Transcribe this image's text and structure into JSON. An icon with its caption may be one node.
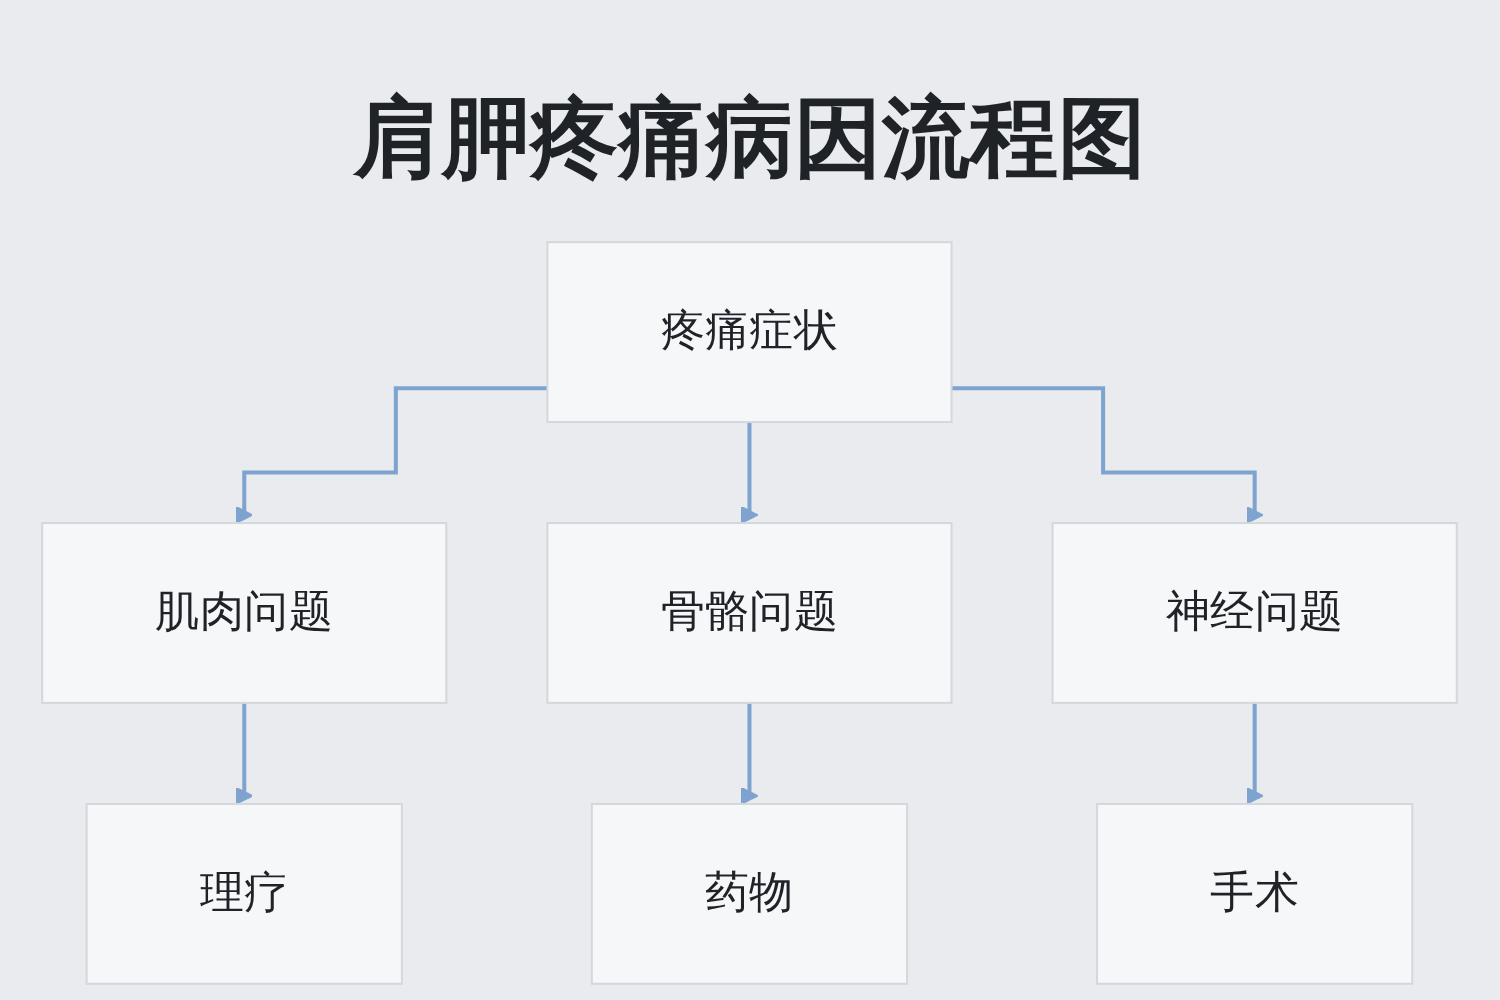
{
  "diagram": {
    "title": "肩胛疼痛病因流程图",
    "nodes": [
      {
        "text": [
          "疼痛症状"
        ]
      },
      {
        "text": [
          "肌肉问题"
        ]
      },
      {
        "text": [
          "骨骼问题"
        ]
      },
      {
        "text": [
          "神经问题"
        ]
      },
      {
        "text": [
          "理疗"
        ]
      },
      {
        "text": [
          "药物"
        ]
      },
      {
        "text": [
          "手术"
        ]
      }
    ],
    "edges": [
      {
        "from": 0,
        "to": 1,
        "arrow": "to"
      },
      {
        "from": 0,
        "to": 2,
        "arrow": "to"
      },
      {
        "from": 0,
        "to": 3,
        "arrow": "to"
      },
      {
        "from": 1,
        "to": 4,
        "arrow": "to"
      },
      {
        "from": 2,
        "to": 5,
        "arrow": "to"
      },
      {
        "from": 3,
        "to": 6,
        "arrow": "to"
      }
    ]
  }
}
